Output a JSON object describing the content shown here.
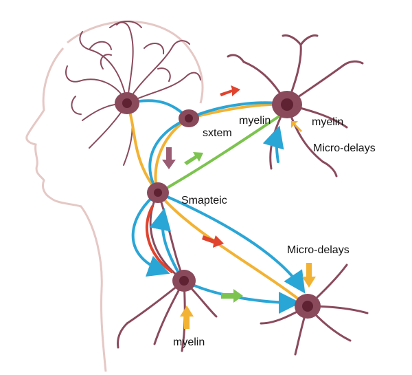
{
  "labels": {
    "myelin_top_center": "myelin",
    "myelin_top_right": "myelin",
    "sxtem": "sxtem",
    "micro_delays_top": "Micro-delays",
    "smapteic": "Smapteic",
    "micro_delays_bottom": "Micro-delays",
    "myelin_bottom": "myelin"
  },
  "colors": {
    "neuron": "#8a4a5c",
    "neuron_dark": "#5e2233",
    "head_outline": "#e5c8c5",
    "blue": "#2aa6d6",
    "orange": "#f2b233",
    "red": "#e0432e",
    "green": "#7cc34f",
    "mauve": "#9a5c72"
  }
}
